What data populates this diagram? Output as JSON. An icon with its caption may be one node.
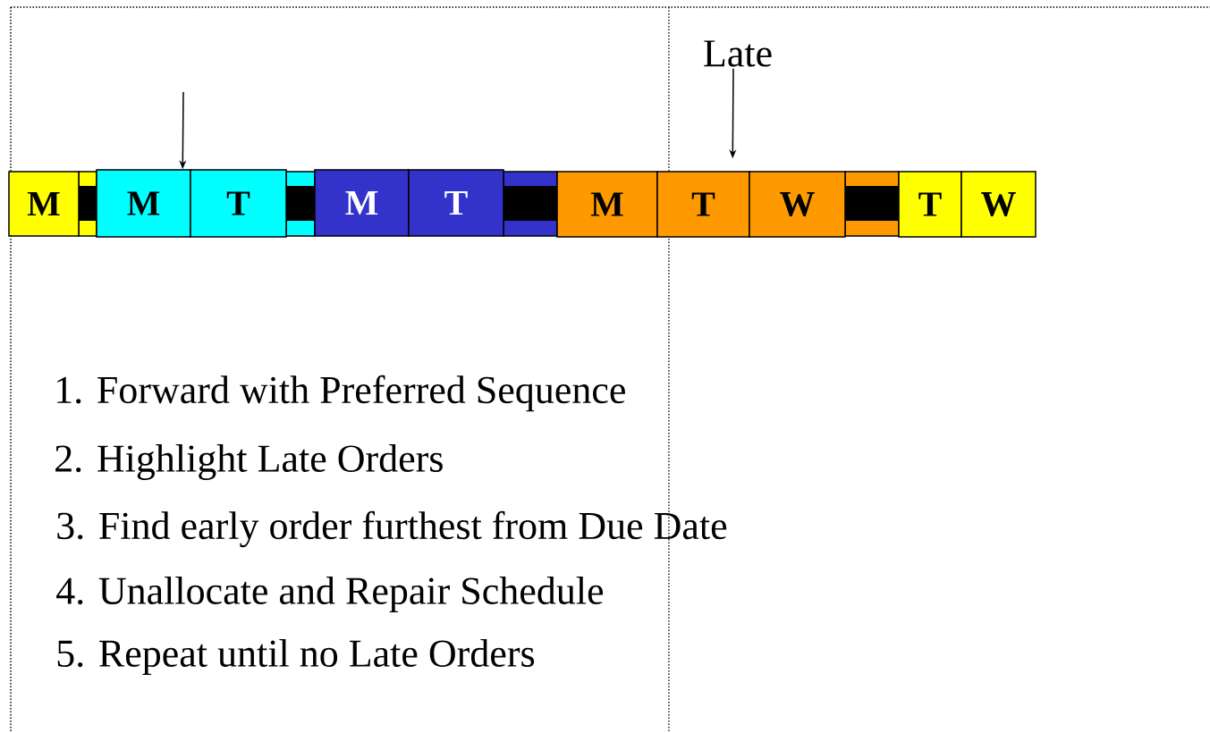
{
  "diagram": {
    "nodes": [
      {
        "text": [
          "M"
        ]
      },
      {
        "text": [
          "M"
        ]
      },
      {
        "text": [
          "T"
        ]
      },
      {
        "text": [
          "M"
        ]
      },
      {
        "text": [
          "T"
        ]
      },
      {
        "text": [
          "M"
        ]
      },
      {
        "text": [
          "T"
        ]
      },
      {
        "text": [
          "W"
        ]
      },
      {
        "text": [
          "T"
        ]
      },
      {
        "text": [
          "W"
        ]
      },
      {
        "text": [
          "Late"
        ]
      }
    ],
    "edges": [
      {
        "from": null,
        "to": 1,
        "arrow": "to"
      },
      {
        "from": 10,
        "to": 6,
        "arrow": "to"
      }
    ],
    "labels": [
      "1.  Forward with Preferred Sequence",
      "2.  Highlight Late Orders",
      "3.  Find early order furthest from Due Date",
      "4.  Unallocate and Repair Schedule",
      "5.  Repeat until no Late Orders"
    ]
  }
}
